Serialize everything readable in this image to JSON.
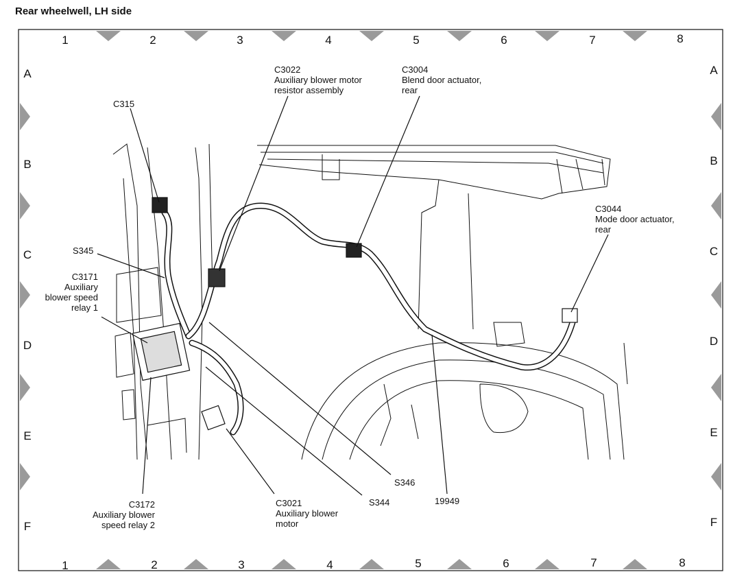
{
  "title": "Rear wheelwell, LH side",
  "grid": {
    "columns": [
      "1",
      "2",
      "3",
      "4",
      "5",
      "6",
      "7",
      "8"
    ],
    "rows": [
      "A",
      "B",
      "C",
      "D",
      "E",
      "F"
    ]
  },
  "callouts": {
    "c315": [
      "C315"
    ],
    "c3022": [
      "C3022",
      "Auxiliary blower motor",
      "resistor assembly"
    ],
    "c3004": [
      "C3004",
      "Blend door actuator,",
      "rear"
    ],
    "c3044": [
      "C3044",
      "Mode door actuator,",
      "rear"
    ],
    "s345": [
      "S345"
    ],
    "c3171": [
      "C3171",
      "Auxiliary",
      "blower speed",
      "relay 1"
    ],
    "c3172": [
      "C3172",
      "Auxiliary blower",
      "speed relay 2"
    ],
    "c3021": [
      "C3021",
      "Auxiliary blower",
      "motor"
    ],
    "s344": [
      "S344"
    ],
    "s346": [
      "S346"
    ],
    "w19949": [
      "19949"
    ]
  },
  "colors": {
    "ink": "#111111",
    "shade": "#9a9a9a",
    "paper": "#ffffff"
  }
}
